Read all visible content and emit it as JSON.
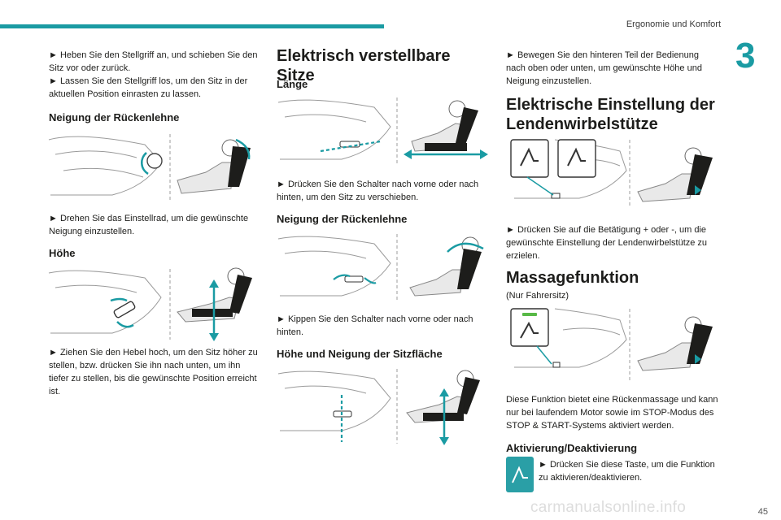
{
  "header": {
    "section_title": "Ergonomie und Komfort",
    "chapter_number": "3"
  },
  "col1": {
    "intro_1": "► Heben Sie den Stellgriff an, und schieben Sie den Sitz vor oder zurück.",
    "intro_2": "► Lassen Sie den Stellgriff los, um den Sitz in der aktuellen Position einrasten zu lassen.",
    "h_recline": "Neigung der Rückenlehne",
    "recline_text": "► Drehen Sie das Einstellrad, um die gewünschte Neigung einzustellen.",
    "h_height": "Höhe",
    "height_text": "► Ziehen Sie den Hebel hoch, um den Sitz höher zu stellen, bzw. drücken Sie ihn nach unten, um ihn tiefer zu stellen, bis die gewünschte Position erreicht ist."
  },
  "col2": {
    "title": "Elektrisch verstellbare Sitze",
    "h_length": "Länge",
    "length_text": "► Drücken Sie den Schalter nach vorne oder nach hinten, um den Sitz zu verschieben.",
    "h_recline": "Neigung der Rückenlehne",
    "recline_text": "► Kippen Sie den Schalter nach vorne oder nach hinten.",
    "h_cushion": "Höhe und Neigung der Sitzfläche"
  },
  "col3": {
    "move_text": "► Bewegen Sie den hinteren Teil der Bedienung nach oben oder unten, um gewünschte Höhe und Neigung einzustellen.",
    "title_lumbar": "Elektrische Einstellung der Lendenwirbelstütze",
    "lumbar_text": "► Drücken Sie auf die Betätigung + oder -, um die gewünschte Einstellung der Lendenwirbelstütze zu erzielen.",
    "title_massage": "Massagefunktion",
    "massage_sub": "(Nur Fahrersitz)",
    "massage_text": "Diese Funktion bietet eine Rückenmassage und kann nur bei laufendem Motor sowie im STOP-Modus des STOP & START-Systems aktiviert werden.",
    "h_activation": "Aktivierung/Deaktivierung",
    "activation_text": "► Drücken Sie diese Taste, um die Funktion zu aktivieren/deaktivieren."
  },
  "footer": {
    "page_number": "45",
    "watermark": "carmanualsonline.info"
  },
  "colors": {
    "accent": "#1a9ba3",
    "text": "#1d1d1b"
  }
}
